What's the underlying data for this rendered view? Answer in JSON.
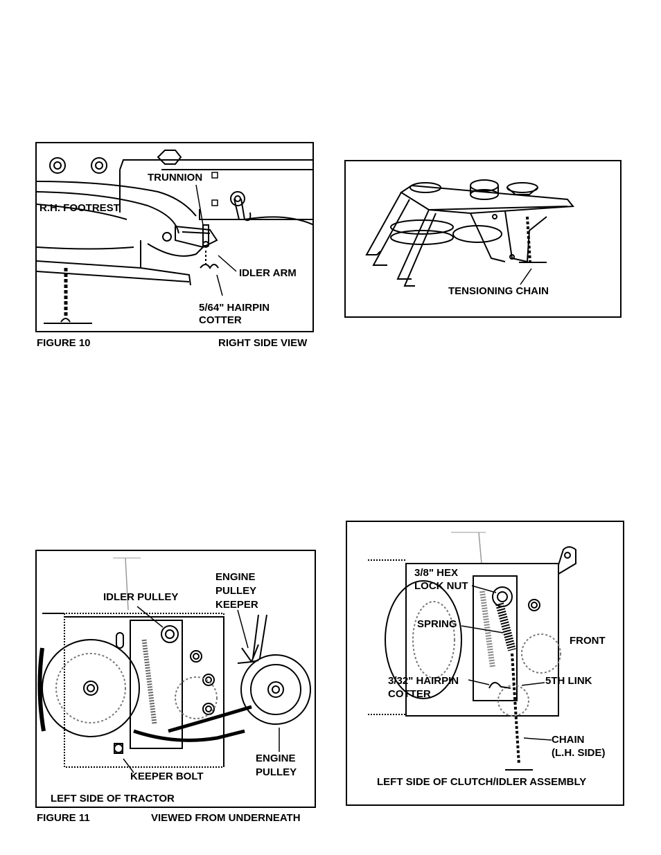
{
  "fig_tl": {
    "labels": {
      "trunnion": "TRUNNION",
      "footrest": "R.H. FOOTREST",
      "idler_arm": "IDLER ARM",
      "hairpin_1": "5/64\" HAIRPIN",
      "hairpin_2": "COTTER"
    },
    "caption_left": "FIGURE 10",
    "caption_right": "RIGHT SIDE VIEW"
  },
  "fig_tr": {
    "labels": {
      "tensioning_chain": "TENSIONING CHAIN"
    }
  },
  "fig_bl": {
    "labels": {
      "idler_pulley": "IDLER PULLEY",
      "engine_keeper_1": "ENGINE",
      "engine_keeper_2": "PULLEY",
      "engine_keeper_3": "KEEPER",
      "engine_pulley_1": "ENGINE",
      "engine_pulley_2": "PULLEY",
      "keeper_bolt": "KEEPER BOLT",
      "left_side": "LEFT SIDE OF TRACTOR"
    },
    "caption_left": "FIGURE 11",
    "caption_right": "VIEWED FROM UNDERNEATH"
  },
  "fig_br": {
    "labels": {
      "hex_1": "3/8\" HEX",
      "hex_2": "LOCK NUT",
      "spring": "SPRING",
      "front": "FRONT",
      "hairpin_1": "3/32\" HAIRPIN",
      "hairpin_2": "COTTER",
      "fifth_link": "5TH LINK",
      "chain_1": "CHAIN",
      "chain_2": "(L.H. SIDE)",
      "assembly": "LEFT SIDE OF CLUTCH/IDLER ASSEMBLY"
    }
  }
}
